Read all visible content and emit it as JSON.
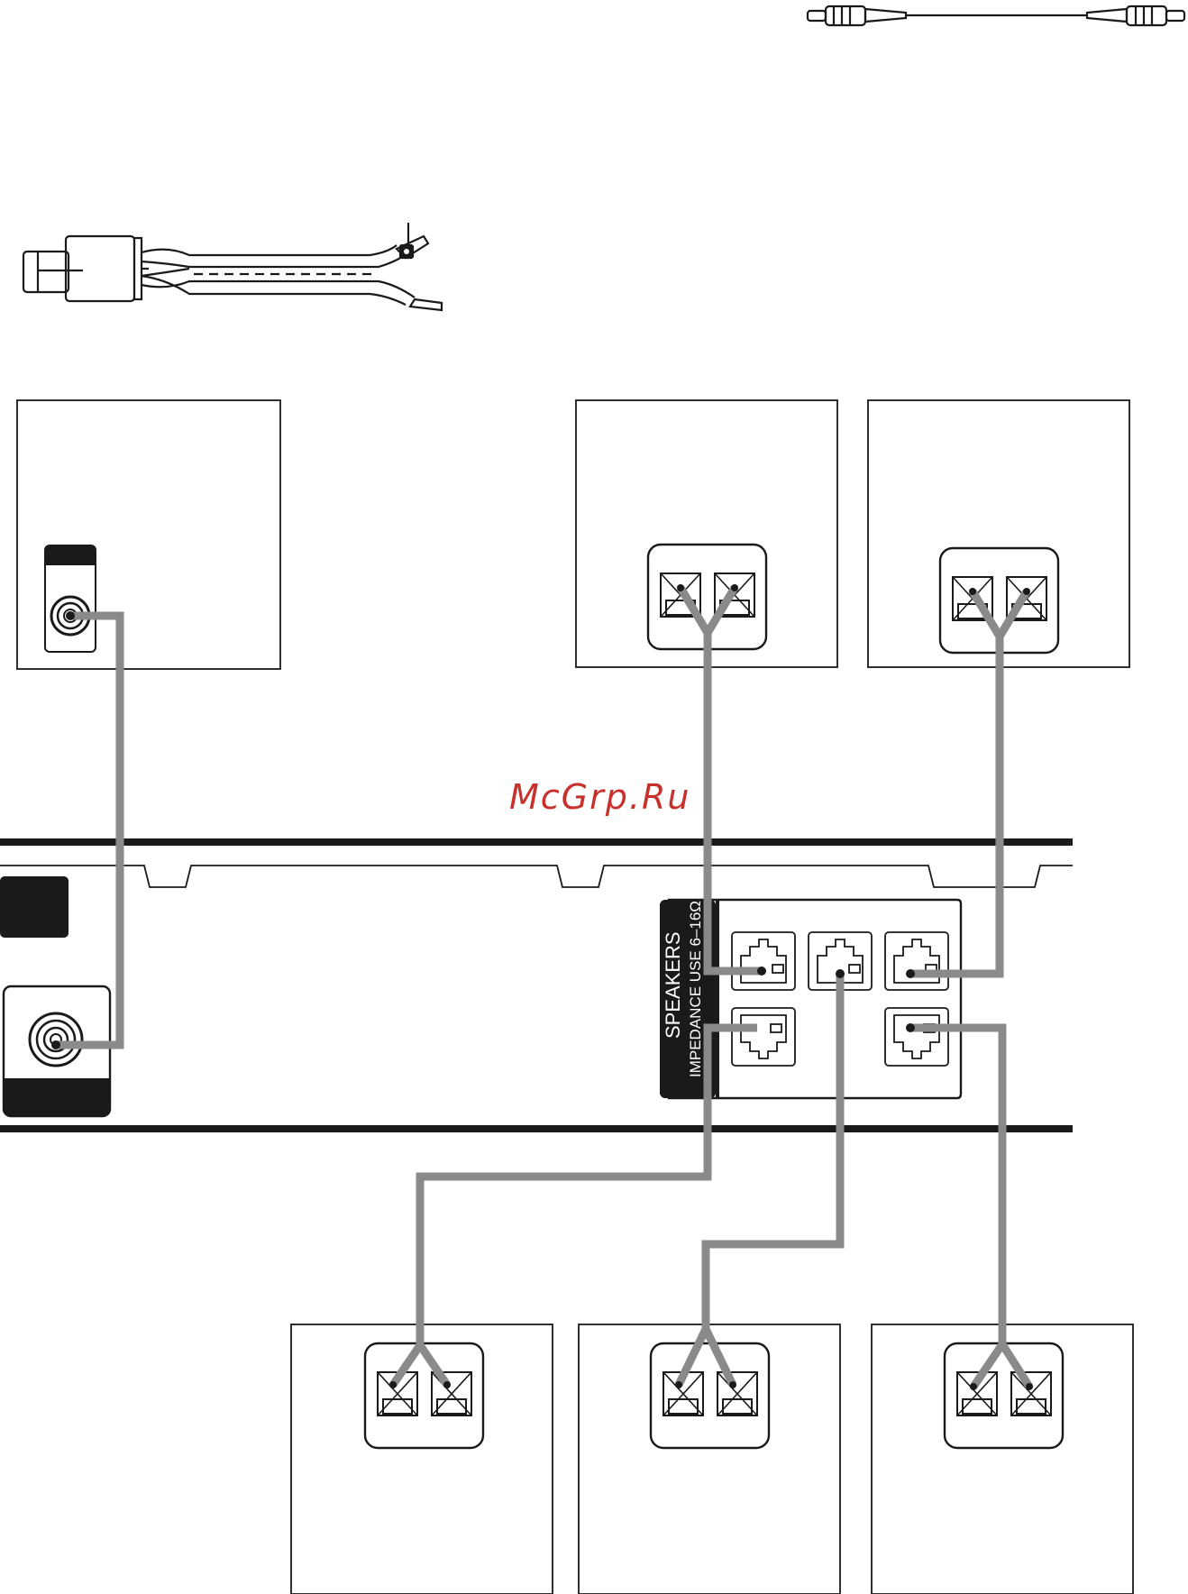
{
  "watermark": {
    "text": "McGrp.Ru"
  },
  "speaker_panel": {
    "title": "SPEAKERS",
    "impedance": "IMPEDANCE USE  6–16Ω"
  },
  "colors": {
    "wire": "#8a8a8a",
    "line": "#1a1a1a",
    "watermark": "#c8302c",
    "label_bg": "#1a1a1a"
  },
  "icons": {
    "rca_cable": "rca-cable-icon",
    "speaker_cord": "speaker-cord-icon",
    "speaker_terminal": "spring-terminal-icon",
    "rca_jack": "rca-jack-icon",
    "output_jack": "output-jack-icon"
  }
}
